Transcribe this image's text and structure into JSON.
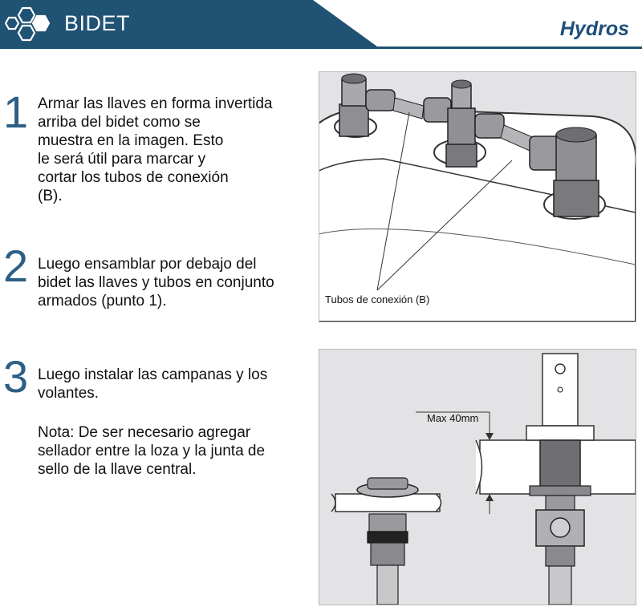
{
  "header": {
    "title": "BIDET",
    "brand": "Hydros"
  },
  "steps": [
    {
      "number": "1",
      "text": "Armar las llaves en forma invertida\narriba del bidet como se\nmuestra en la imagen. Esto\nle será útil para marcar y\ncortar los tubos de conexión\n(B)."
    },
    {
      "number": "2",
      "text": "Luego ensamblar por debajo del\nbidet las llaves y tubos en conjunto\narmados (punto 1)."
    },
    {
      "number": "3",
      "text": "Luego instalar las campanas y los\nvolantes.",
      "note": "Nota: De ser necesario agregar\nsellador entre la loza y la junta de\nsello de la llave central."
    }
  ],
  "figures": {
    "top_label": "Tubos de conexión (B)",
    "bottom_label": "Max 40mm"
  },
  "colors": {
    "brand_blue": "#1f5273",
    "number_blue": "#2c5f86",
    "panel_gray": "#e3e3e5"
  }
}
